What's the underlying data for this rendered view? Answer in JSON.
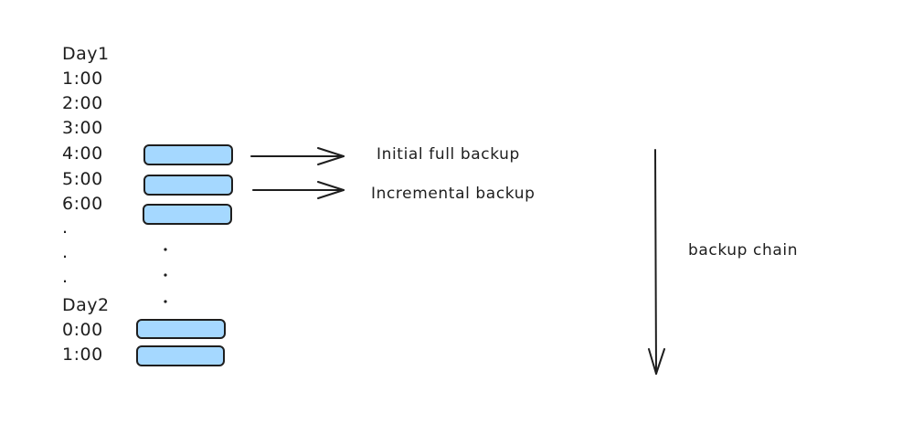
{
  "timeline": {
    "day1": "Day1",
    "day1_times": [
      "1:00",
      "2:00",
      "3:00",
      "4:00",
      "5:00",
      "6:00"
    ],
    "ellipsis": [
      ".",
      ".",
      "."
    ],
    "day2": "Day2",
    "day2_times": [
      "0:00",
      "1:00"
    ]
  },
  "labels": {
    "initial_full_backup": "Initial full backup",
    "incremental_backup": "Incremental backup",
    "backup_chain": "backup chain"
  },
  "colors": {
    "backup_fill": "#a5d8ff",
    "stroke": "#1e1e1e",
    "text": "#1e1e1e"
  }
}
